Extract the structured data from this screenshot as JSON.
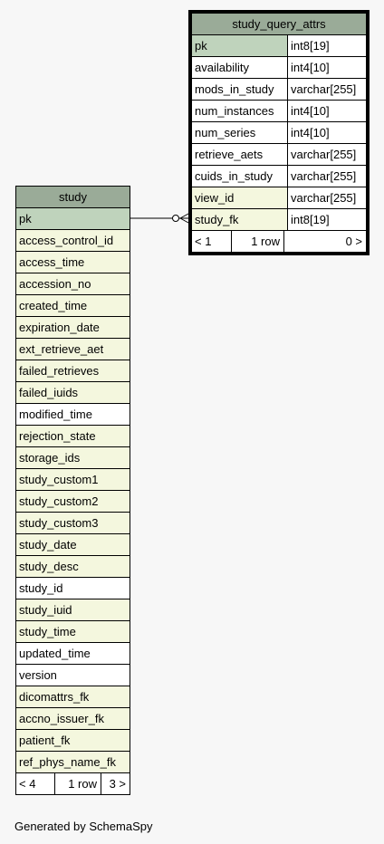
{
  "study": {
    "title": "study",
    "columns": [
      {
        "name": "pk",
        "kind": "pk"
      },
      {
        "name": "access_control_id",
        "kind": "key"
      },
      {
        "name": "access_time",
        "kind": "key"
      },
      {
        "name": "accession_no",
        "kind": "key"
      },
      {
        "name": "created_time",
        "kind": "key"
      },
      {
        "name": "expiration_date",
        "kind": "key"
      },
      {
        "name": "ext_retrieve_aet",
        "kind": "key"
      },
      {
        "name": "failed_retrieves",
        "kind": "key"
      },
      {
        "name": "failed_iuids",
        "kind": "key"
      },
      {
        "name": "modified_time",
        "kind": "plain"
      },
      {
        "name": "rejection_state",
        "kind": "key"
      },
      {
        "name": "storage_ids",
        "kind": "key"
      },
      {
        "name": "study_custom1",
        "kind": "key"
      },
      {
        "name": "study_custom2",
        "kind": "key"
      },
      {
        "name": "study_custom3",
        "kind": "key"
      },
      {
        "name": "study_date",
        "kind": "key"
      },
      {
        "name": "study_desc",
        "kind": "key"
      },
      {
        "name": "study_id",
        "kind": "plain"
      },
      {
        "name": "study_iuid",
        "kind": "key"
      },
      {
        "name": "study_time",
        "kind": "key"
      },
      {
        "name": "updated_time",
        "kind": "plain"
      },
      {
        "name": "version",
        "kind": "plain"
      },
      {
        "name": "dicomattrs_fk",
        "kind": "key"
      },
      {
        "name": "accno_issuer_fk",
        "kind": "key"
      },
      {
        "name": "patient_fk",
        "kind": "key"
      },
      {
        "name": "ref_phys_name_fk",
        "kind": "key"
      }
    ],
    "footer": {
      "left": "< 4",
      "center": "1 row",
      "right": "3 >"
    }
  },
  "study_query_attrs": {
    "title": "study_query_attrs",
    "columns": [
      {
        "name": "pk",
        "type": "int8[19]",
        "kind": "pk"
      },
      {
        "name": "availability",
        "type": "int4[10]",
        "kind": "plain"
      },
      {
        "name": "mods_in_study",
        "type": "varchar[255]",
        "kind": "plain"
      },
      {
        "name": "num_instances",
        "type": "int4[10]",
        "kind": "plain"
      },
      {
        "name": "num_series",
        "type": "int4[10]",
        "kind": "plain"
      },
      {
        "name": "retrieve_aets",
        "type": "varchar[255]",
        "kind": "plain"
      },
      {
        "name": "cuids_in_study",
        "type": "varchar[255]",
        "kind": "plain"
      },
      {
        "name": "view_id",
        "type": "varchar[255]",
        "kind": "key"
      },
      {
        "name": "study_fk",
        "type": "int8[19]",
        "kind": "key"
      }
    ],
    "footer": {
      "left": "< 1",
      "center": "1 row",
      "right": "0 >"
    }
  },
  "generated_by": "Generated by SchemaSpy"
}
